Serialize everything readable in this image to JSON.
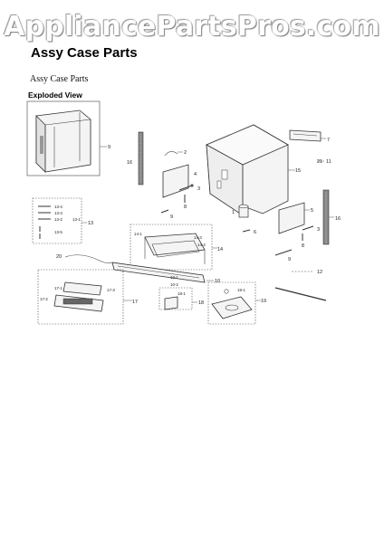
{
  "watermark": "AppliancePartsPros.com",
  "page_title": "Assy Case Parts",
  "subtitle": "Assy Case Parts",
  "section_label": "Exploded View",
  "callouts": {
    "c1": "1",
    "c2": "2",
    "c3a": "3",
    "c3b": "3",
    "c4": "4",
    "c5": "5",
    "c6": "6",
    "c7": "7",
    "c8a": "8",
    "c8b": "8",
    "c9": "9",
    "c9b": "9",
    "c10": "10",
    "c10_1": "10-1",
    "c10_2": "10-2",
    "c11": "11",
    "c12": "12",
    "c13": "13",
    "c13_1": "13-1",
    "c13_2": "13-2",
    "c13_3": "13-3",
    "c13_4": "13-4",
    "c13_5": "13-5",
    "c14": "14",
    "c14_1": "14-1",
    "c14_2": "14-2",
    "c14_3": "14-3",
    "c15": "15",
    "c16a": "16",
    "c16b": "16",
    "c17": "17",
    "c17_1": "17-1",
    "c17_2": "17-2",
    "c17_3": "17-3",
    "c18": "18",
    "c18_1": "18-1",
    "c19": "19",
    "c19_1": "19-1",
    "c20": "20",
    "c21": "21"
  }
}
